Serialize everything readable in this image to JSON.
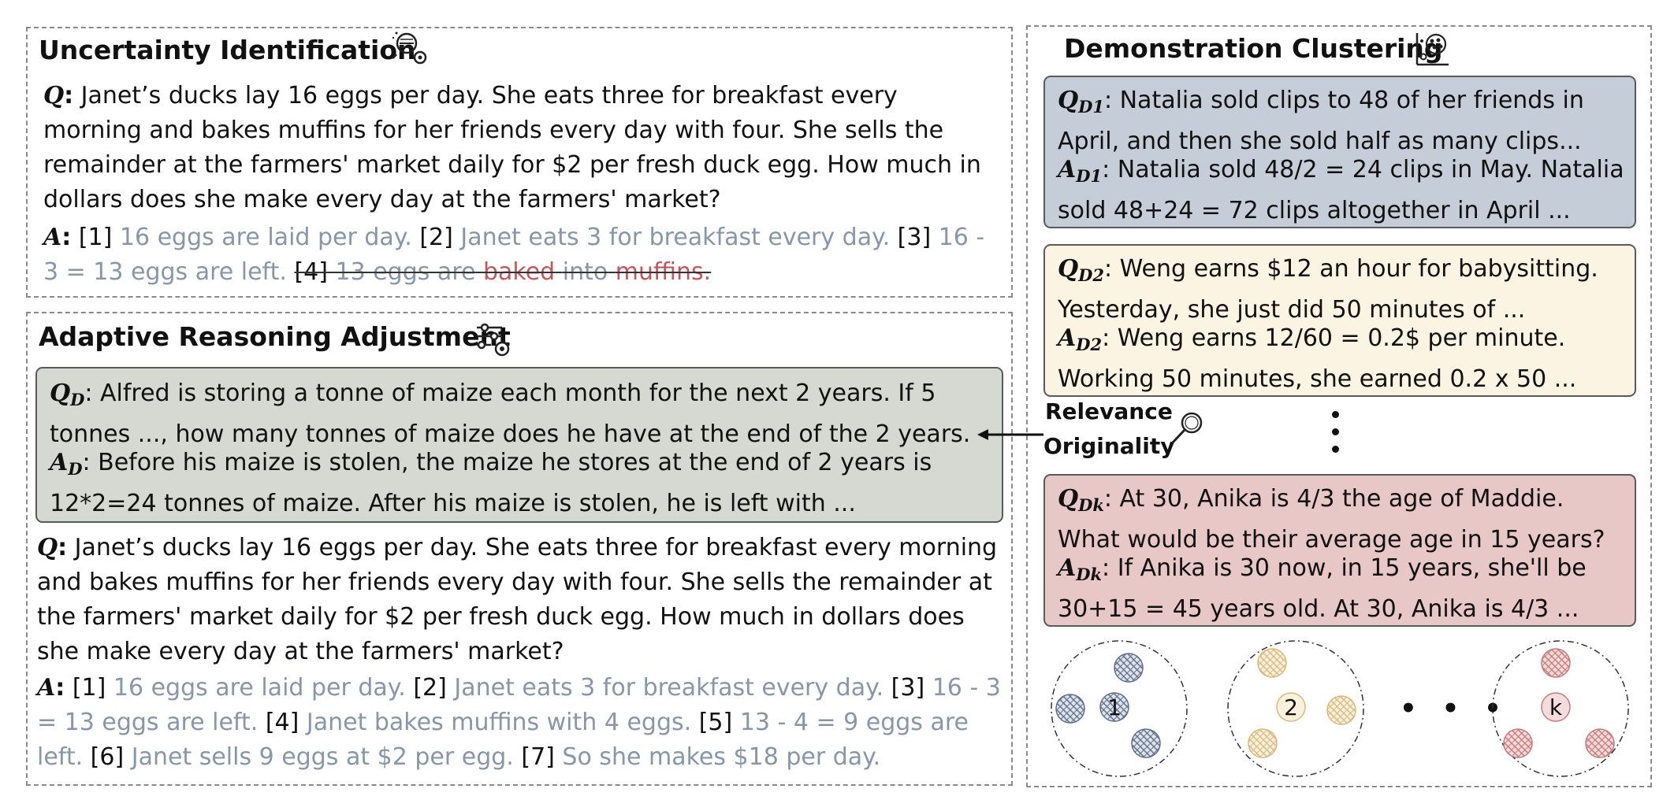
{
  "uncertainty": {
    "title": "Uncertainty Identification",
    "q_label": "Q",
    "q_sep": ":",
    "q_text": " Janet’s ducks lay 16 eggs per day. She eats three for breakfast every morning and bakes muffins for her friends every day with four. She sells the remainder at the farmers' market daily for $2 per fresh duck egg. How much in dollars does she make every day at the farmers' market?",
    "a_label": "A",
    "a_sep": ":",
    "steps": [
      {
        "num": "[1]",
        "text": "16 eggs are laid per day."
      },
      {
        "num": "[2]",
        "text": "Janet eats 3 for breakfast every day."
      },
      {
        "num": "[3]",
        "text": "16 - 3 = 13 eggs are left."
      }
    ],
    "struck_num": "[4]",
    "struck_gray": "13 eggs are",
    "struck_red1": "baked",
    "struck_gray2": "into",
    "struck_red2": "muffins."
  },
  "adaptive": {
    "title": "Adaptive Reasoning Adjustment",
    "demo": {
      "q_label": "Q",
      "q_sub": "D",
      "q_text": ": Alfred is storing a tonne of maize each month for the next 2 years.  If 5 tonnes ..., how many tonnes of maize does he have at the end of the 2 years.",
      "a_label": "A",
      "a_sub": "D",
      "a_text": ": Before his maize is stolen, the maize he stores at the end of 2 years is 12*2=24 tonnes of maize. After his maize is stolen, he is left with ..."
    },
    "q_label": "Q",
    "q_sep": ":",
    "q_text": " Janet’s ducks lay 16 eggs per day. She eats three for breakfast every morning and bakes muffins for her friends every day with four. She sells the remainder at the farmers' market daily for $2 per fresh duck egg. How much in dollars does she make every day at the farmers' market?",
    "a_label": "A",
    "a_sep": ":",
    "steps": [
      {
        "num": "[1]",
        "text": "16 eggs are laid per day."
      },
      {
        "num": "[2]",
        "text": "Janet eats 3 for breakfast every day."
      },
      {
        "num": "[3]",
        "text": "16 - 3 = 13 eggs are left."
      },
      {
        "num": "[4]",
        "text": "Janet bakes muffins with 4 eggs."
      },
      {
        "num": "[5]",
        "text": "13 - 4 = 9 eggs are left."
      },
      {
        "num": "[6]",
        "text": "Janet sells 9 eggs at $2 per egg."
      },
      {
        "num": "[7]",
        "text": "So she makes $18 per day."
      }
    ]
  },
  "clustering": {
    "title": "Demonstration Clustering",
    "demos": [
      {
        "q_sub": "D1",
        "q_text": ": Natalia sold clips to 48 of her friends in April, and then she sold half as many clips...",
        "a_sub": "D1",
        "a_text": ": Natalia sold 48/2 = 24 clips in May. Natalia sold 48+24 = 72 clips altogether in April ...",
        "color": "#c5ced8"
      },
      {
        "q_sub": "D2",
        "q_text": ": Weng earns $12 an hour for babysitting. Yesterday, she just did 50 minutes of ...",
        "a_sub": "D2",
        "a_text": ": Weng earns 12/60 = 0.2$ per minute. Working 50 minutes, she earned 0.2 x 50 ...",
        "color": "#fbf4e2"
      },
      {
        "q_sub": "Dk",
        "q_text": ": At 30, Anika is 4/3 the age of Maddie. What would be their average age in 15 years?",
        "a_sub": "Dk",
        "a_text": ": If Anika is 30 now, in 15 years, she'll be 30+15 = 45 years old. At 30, Anika is 4/3 ...",
        "color": "#e8c8c6"
      }
    ],
    "q_label": "Q",
    "a_label": "A",
    "relevance": "Relevance",
    "originality": "Originality",
    "clusters": [
      {
        "label": "1",
        "color": "#5f7088"
      },
      {
        "label": "2",
        "color": "#d9b980"
      },
      {
        "label": "k",
        "color": "#c77a78"
      }
    ],
    "ellipsis": "• • •"
  },
  "colors": {
    "step_gray": "#8796a8",
    "strike_red": "#c0595d",
    "demo_gray": "#d5d9d2"
  }
}
